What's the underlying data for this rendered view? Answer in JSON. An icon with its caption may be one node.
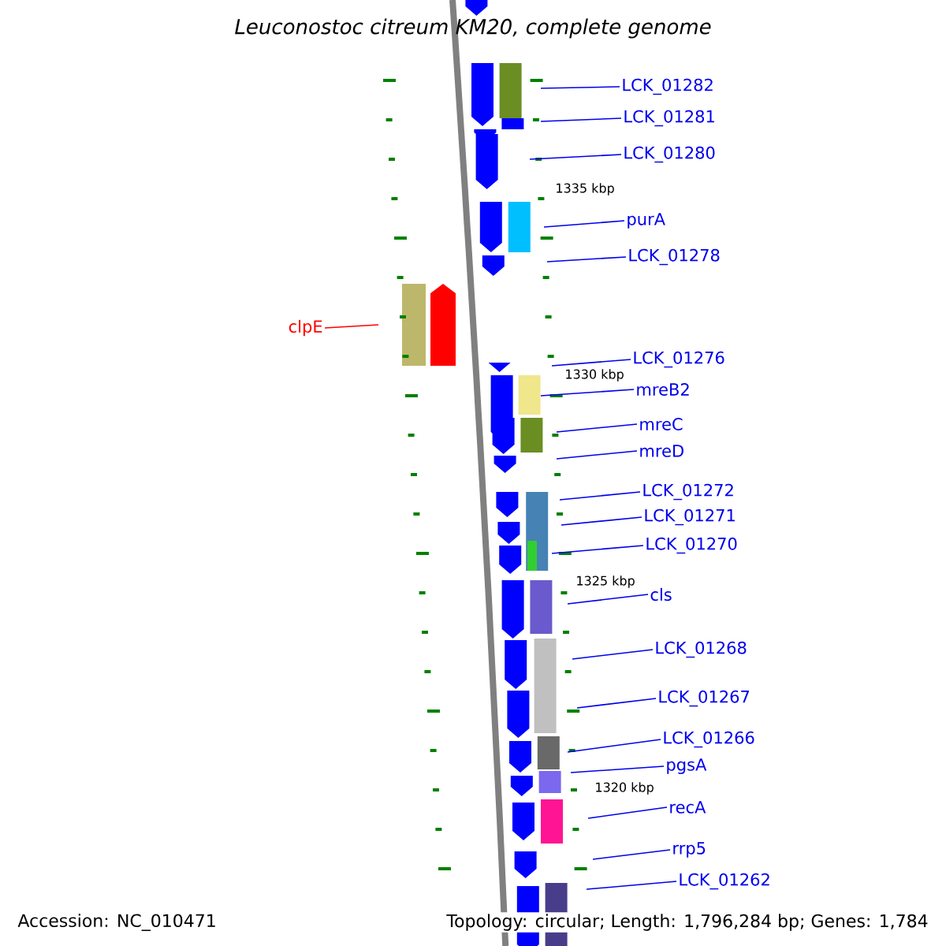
{
  "diagram": {
    "title": "Leuconostoc citreum KM20, complete genome",
    "nodes": [
      {
        "text": [
          "LCK_01282"
        ]
      },
      {
        "text": [
          "LCK_01281"
        ]
      },
      {
        "text": [
          "LCK_01280"
        ]
      },
      {
        "text": [
          "purA"
        ]
      },
      {
        "text": [
          "LCK_01278"
        ]
      },
      {
        "text": [
          "clpE"
        ]
      },
      {
        "text": [
          "LCK_01276"
        ]
      },
      {
        "text": [
          "mreB2"
        ]
      },
      {
        "text": [
          "mreC"
        ]
      },
      {
        "text": [
          "mreD"
        ]
      },
      {
        "text": [
          "LCK_01272"
        ]
      },
      {
        "text": [
          "LCK_01271"
        ]
      },
      {
        "text": [
          "LCK_01270"
        ]
      },
      {
        "text": [
          "cls"
        ]
      },
      {
        "text": [
          "LCK_01268"
        ]
      },
      {
        "text": [
          "LCK_01267"
        ]
      },
      {
        "text": [
          "LCK_01266"
        ]
      },
      {
        "text": [
          "pgsA"
        ]
      },
      {
        "text": [
          "recA"
        ]
      },
      {
        "text": [
          "rrp5"
        ]
      },
      {
        "text": [
          "LCK_01262"
        ]
      }
    ],
    "edges": [
      {
        "from": 0,
        "to": null,
        "arrow": "none"
      },
      {
        "from": 1,
        "to": null,
        "arrow": "none"
      },
      {
        "from": 2,
        "to": null,
        "arrow": "none"
      },
      {
        "from": 3,
        "to": null,
        "arrow": "none"
      },
      {
        "from": 4,
        "to": null,
        "arrow": "none"
      },
      {
        "from": 5,
        "to": null,
        "arrow": "none",
        "color": "#ff0000"
      },
      {
        "from": 6,
        "to": null,
        "arrow": "none"
      },
      {
        "from": 7,
        "to": null,
        "arrow": "none"
      },
      {
        "from": 8,
        "to": null,
        "arrow": "none"
      },
      {
        "from": 9,
        "to": null,
        "arrow": "none"
      },
      {
        "from": 10,
        "to": null,
        "arrow": "none"
      },
      {
        "from": 11,
        "to": null,
        "arrow": "none"
      },
      {
        "from": 12,
        "to": null,
        "arrow": "none"
      },
      {
        "from": 13,
        "to": null,
        "arrow": "none"
      },
      {
        "from": 14,
        "to": null,
        "arrow": "none"
      },
      {
        "from": 15,
        "to": null,
        "arrow": "none"
      },
      {
        "from": 16,
        "to": null,
        "arrow": "none"
      },
      {
        "from": 17,
        "to": null,
        "arrow": "none"
      },
      {
        "from": 18,
        "to": null,
        "arrow": "none"
      },
      {
        "from": 19,
        "to": null,
        "arrow": "none"
      },
      {
        "from": 20,
        "to": null,
        "arrow": "none"
      }
    ],
    "labels": [
      "1335 kbp",
      "1330 kbp",
      "1325 kbp",
      "1320 kbp",
      "Accession: NC_010471",
      "Topology: circular; Length: 1,796,284 bp; Genes: 1,784"
    ]
  }
}
